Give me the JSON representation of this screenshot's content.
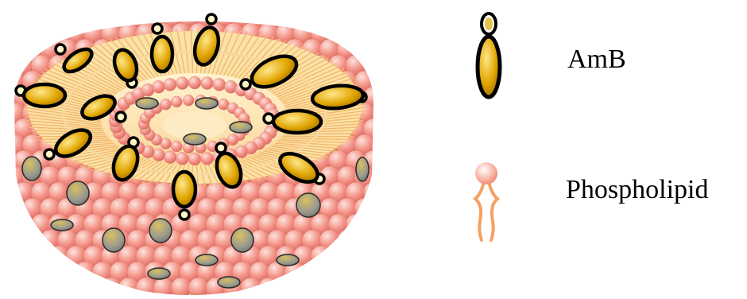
{
  "legend": {
    "amb": {
      "label": "AmB"
    },
    "phospholipid": {
      "label": "Phospholipid"
    }
  },
  "colors": {
    "background": "#ffffff",
    "bilayer_sphere": "#f1877b",
    "bilayer_sphere_light": "#fbd3cc",
    "tail_stripes": "#f6c57c",
    "inner_core": "#fde7b3",
    "amb_fill_dark": "#c48a00",
    "amb_fill_light": "#ffe27a",
    "amb_outline": "#000000",
    "hidden_amb_fill": "#9a9a94",
    "phospholipid_head": "#f7a08c",
    "phospholipid_tail": "#f4a163"
  },
  "icons": {
    "amb_icon": "amb-molecule-icon",
    "phospholipid_icon": "phospholipid-icon",
    "liposome": "liposome-illustration"
  }
}
